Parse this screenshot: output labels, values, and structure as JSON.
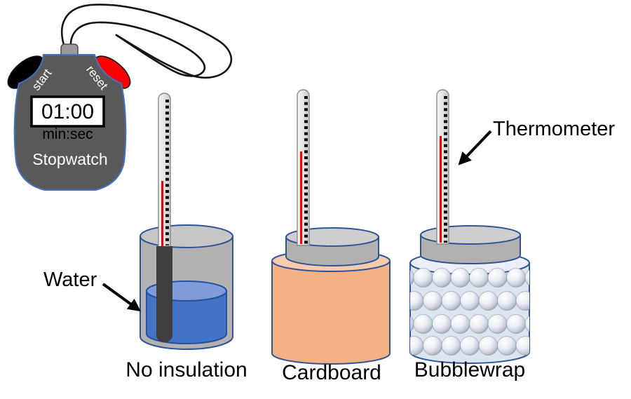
{
  "stopwatch": {
    "time": "01:00",
    "unit": "min:sec",
    "name": "Stopwatch",
    "start": "start",
    "reset": "reset"
  },
  "labels": {
    "water": "Water",
    "thermometer": "Thermometer"
  },
  "containers": [
    {
      "label": "No insulation"
    },
    {
      "label": "Cardboard"
    },
    {
      "label": "Bubblewrap"
    }
  ],
  "colors": {
    "water": "#4472C4",
    "water_surface": "#7F9CD8",
    "glass": "#B4B1B1",
    "cardboard": "#F4B183",
    "cardboard_top": "#F8CBAD",
    "bubblewrap": "#DCE4F2",
    "lid_top": "#CFCDCD",
    "lid_side": "#B3B0B0",
    "stopwatch_body": "#595959",
    "outline_blue": "#2E5596",
    "button_red": "#FF0000",
    "mercury_red": "#FF0000",
    "probe_dark": "#3E3E3E"
  }
}
